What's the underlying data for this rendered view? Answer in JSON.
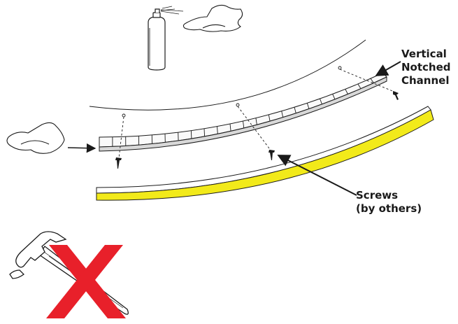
{
  "labels": {
    "channel": [
      "Vertical",
      "Notched",
      "Channel"
    ],
    "screws": [
      "Screws",
      "(by others)"
    ]
  },
  "colors": {
    "trim": "#f2ea1a",
    "prohibit": "#e8202a",
    "line": "#1a1a1a"
  },
  "icons": {
    "spray": "spray-can-icon",
    "cloth": "cloth-icon",
    "hammer": "hammer-icon",
    "prohibit": "prohibited-x-icon"
  }
}
